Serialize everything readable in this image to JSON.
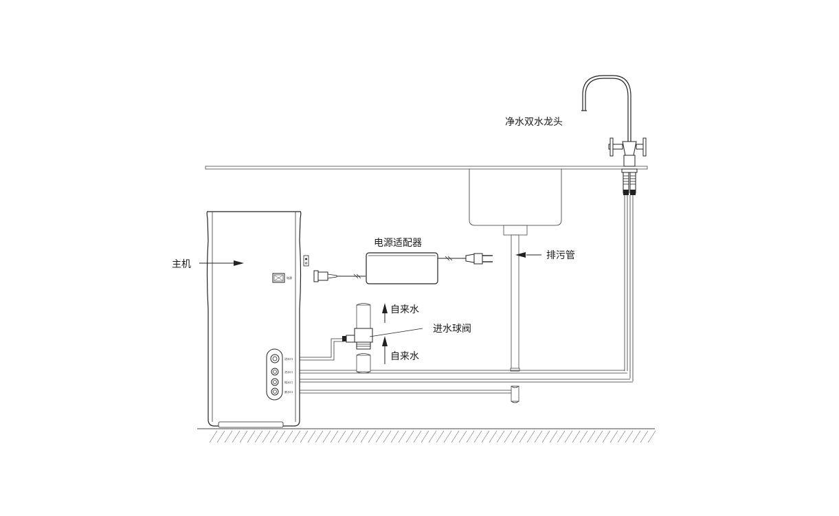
{
  "labels": {
    "main_unit": "主机",
    "power_adapter": "电源适配器",
    "drain_pipe": "排污管",
    "faucet": "净水双水龙头",
    "tap_water_upper": "自来水",
    "tap_water_lower": "自来水",
    "inlet_ball_valve": "进水球阀"
  },
  "port_labels": [
    "进水口",
    "浓水口",
    "纯水口",
    "废水口"
  ],
  "switch_label": "电源"
}
